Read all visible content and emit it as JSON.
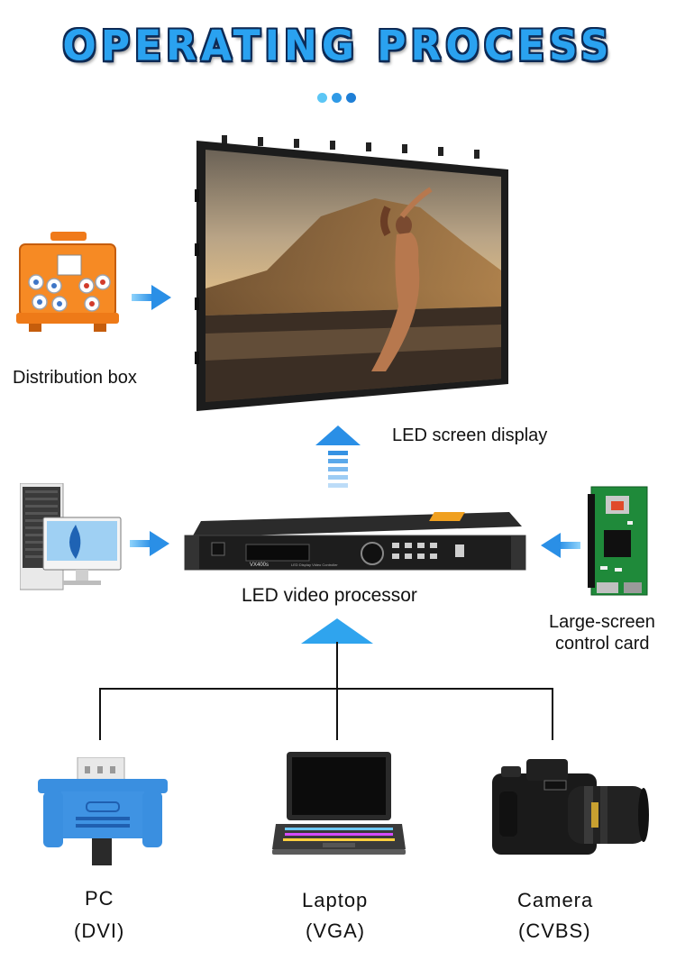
{
  "header": {
    "title": "OPERATING PROCESS",
    "dot_colors": [
      "#5cc6f5",
      "#2f9ae6",
      "#1f7fd6"
    ]
  },
  "nodes": {
    "distribution_box": {
      "label": "Distribution box"
    },
    "led_screen": {
      "label": "LED screen display"
    },
    "processor": {
      "label": "LED video processor",
      "model_text": "VX400s",
      "subtitle_text": "LED Display Video Controller"
    },
    "control_card": {
      "label_line1": "Large-screen",
      "label_line2": "control card"
    },
    "pc": {
      "label": "PC",
      "sub": "(DVI)"
    },
    "laptop": {
      "label": "Laptop",
      "sub": "(VGA)"
    },
    "camera": {
      "label": "Camera",
      "sub": "(CVBS)"
    }
  },
  "colors": {
    "accent": "#2aa2f0",
    "arrow": "#3aa3ee",
    "line": "#111111"
  }
}
